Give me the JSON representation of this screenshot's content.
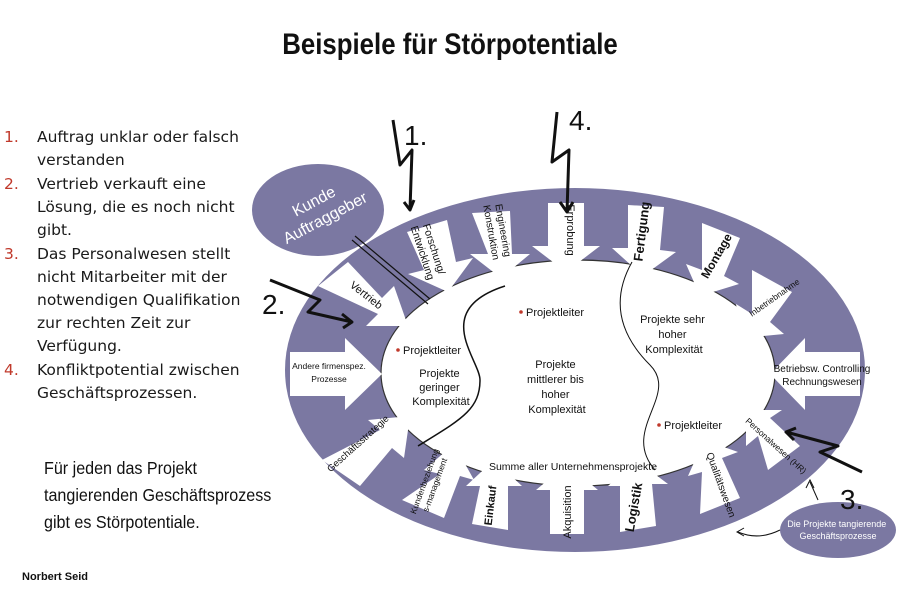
{
  "title": "Beispiele für Störpotentiale",
  "list": [
    {
      "num": "1.",
      "text": "Auftrag unklar oder falsch verstanden"
    },
    {
      "num": "2.",
      "text": "Vertrieb verkauft eine Lösung, die es noch nicht gibt."
    },
    {
      "num": "3.",
      "text": "Das Personalwesen stellt nicht Mitarbeiter mit der notwendigen Qualifikation zur rechten Zeit zur Verfügung."
    },
    {
      "num": "4.",
      "text": "Konfliktpotential zwischen Geschäftsprozessen."
    }
  ],
  "note": "Für jeden das Projekt tangierenden Geschäftsprozess gibt es Störpotentiale.",
  "author": "Norbert Seid",
  "customer": {
    "line1": "Kunde",
    "line2": "Auftraggeber"
  },
  "bottom_right_badge": {
    "line1": "Die Projekte tangierende",
    "line2": "Geschäftsprozesse"
  },
  "markers": [
    "1.",
    "2.",
    "3.",
    "4."
  ],
  "processes": {
    "forschung": [
      "Forschung/",
      "Entwicklung"
    ],
    "engineering": [
      "Engineering",
      "Konstruktion"
    ],
    "erprobung": "Erprobung",
    "fertigung": "Fertigung",
    "montage": "Montage",
    "inbetriebnahme": "Inbetriebnahme",
    "controlling": [
      "Betriebsw. Controlling",
      "Rechnungswesen"
    ],
    "personalwesen": "Personalwesen (HR)",
    "qualitaet": "Qualitätswesen",
    "logistik": "Logistik",
    "akquisition": "Akquisition",
    "einkauf": "Einkauf",
    "kundenbeziehung": [
      "Kundenbeziehung",
      "s-management"
    ],
    "geschaeftsstrategie": "Geschäftsstrategie",
    "andere": [
      "Andere firmenspez.",
      "Prozesse"
    ],
    "vertrieb": "Vertrieb"
  },
  "inner": {
    "pl_left": "Projektleiter",
    "pl_top": "Projektleiter",
    "pl_right": "Projektleiter",
    "low": [
      "Projekte",
      "geringer",
      "Komplexität"
    ],
    "mid": [
      "Projekte",
      "mittlerer bis",
      "hoher",
      "Komplexität"
    ],
    "high": [
      "Projekte sehr",
      "hoher",
      "Komplexität"
    ],
    "sum": "Summe aller Unternehmensprojekte"
  },
  "colors": {
    "ring": "#7b78a2",
    "arrow": "#ffffff",
    "bullet": "#c0392b",
    "badge": "#7b78a2"
  }
}
